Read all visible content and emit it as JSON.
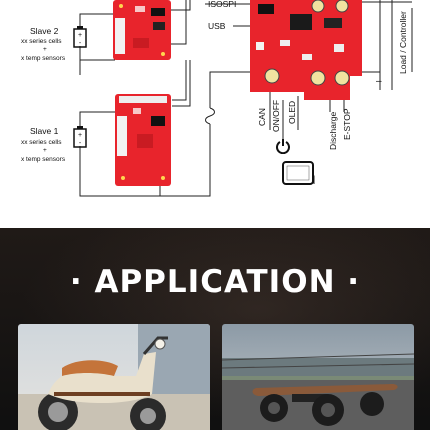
{
  "diagram": {
    "slave2": {
      "title": "Slave 2",
      "line1": "xx series cells",
      "plus": "+",
      "line2": "x temp sensors"
    },
    "slave1": {
      "title": "Slave 1",
      "line1": "xx series cells",
      "plus": "+",
      "line2": "x temp sensors"
    },
    "labels": {
      "isospi": "ISOSPI",
      "usb": "USB",
      "can": "CAN",
      "onoff": "ON/OFF",
      "oled": "OLED",
      "discharge": "Discharge",
      "estop": "E-STOP",
      "load": "Load / Controller",
      "minus": "–"
    }
  },
  "application": {
    "title": "· APPLICATION ·",
    "photos": [
      "scooter-photo",
      "skateboard-photo"
    ]
  },
  "colors": {
    "board_red": "#e8242c",
    "dark_bg": "#141414"
  }
}
